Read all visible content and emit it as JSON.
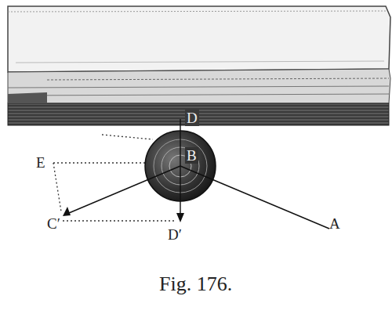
{
  "diagram": {
    "caption": "Fig. 176.",
    "labels": [
      "D",
      "E",
      "B",
      "C′",
      "D′",
      "A"
    ]
  }
}
